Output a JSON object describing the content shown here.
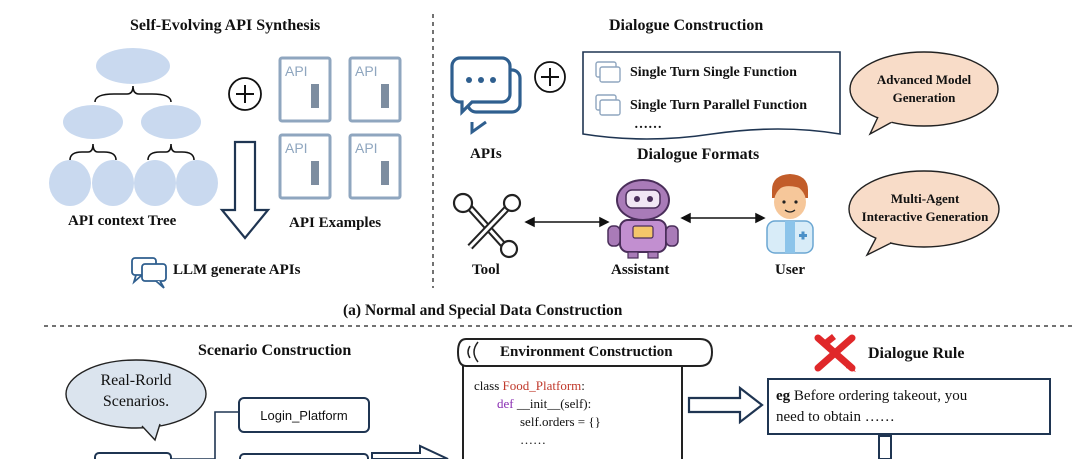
{
  "top": {
    "left_title": "Self-Evolving API Synthesis",
    "tree_label": "API context Tree",
    "examples_label": "API  Examples",
    "api_card_text": "API",
    "llm_generate": "LLM generate APIs",
    "right_title": "Dialogue Construction",
    "dialogue_types": [
      "Single Turn Single Function",
      "Single Turn Parallel Function",
      "……"
    ],
    "apis_label": "APIs",
    "formats_title": "Dialogue Formats",
    "bubble_1": [
      "Advanced Model",
      "Generation"
    ],
    "bubble_2": [
      "Multi-Agent",
      "Interactive Generation"
    ],
    "tool_label": "Tool",
    "assistant_label": "Assistant",
    "user_label": "User"
  },
  "caption_a": "(a) Normal and Special Data Construction",
  "bottom": {
    "scenario_title": "Scenario Construction",
    "real_world_bubble": [
      "Real-Rorld",
      "Scenarios."
    ],
    "login_platform": "Login_Platform",
    "env_title": "Environment Construction",
    "code": {
      "line1_kw": "class ",
      "line1_name": "Food_Platform",
      "line1_end": ":",
      "line2_kw": "def ",
      "line2_rest": "__init__(self):",
      "line3": "self.orders = {}",
      "line4": "……"
    },
    "rule_title": "Dialogue Rule",
    "rule_eg": "eg",
    "rule_text_1": " Before ordering takeout, you",
    "rule_text_2": "need to obtain ……"
  },
  "colors": {
    "dark_navy": "#1f3552",
    "icon_blue": "#2f5f8f",
    "node_blue": "#c9d9ef",
    "bubble_fill": "#f8dcc8",
    "card_border": "#8fa6bf",
    "keyword_purple": "#8b2fb3",
    "classname_red": "#c0392b",
    "red_icon": "#e0282a"
  }
}
